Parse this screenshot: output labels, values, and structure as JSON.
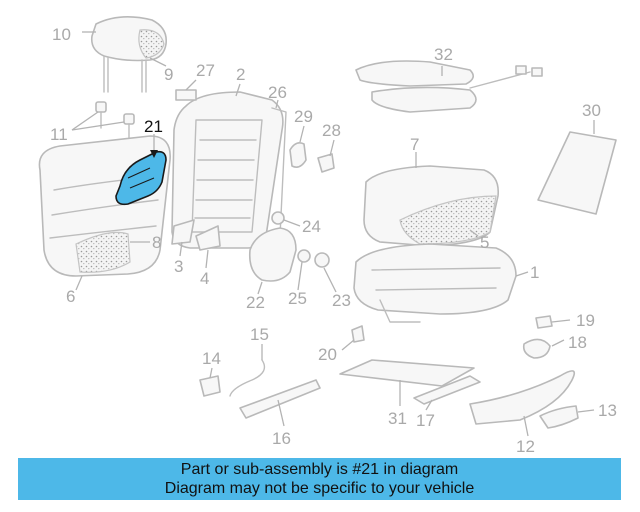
{
  "diagram": {
    "highlighted_part": "21",
    "callouts": [
      "10",
      "9",
      "27",
      "2",
      "26",
      "29",
      "28",
      "32",
      "30",
      "7",
      "11",
      "21",
      "8",
      "6",
      "3",
      "4",
      "24",
      "22",
      "25",
      "23",
      "5",
      "1",
      "19",
      "18",
      "20",
      "15",
      "14",
      "31",
      "17",
      "16",
      "12",
      "13"
    ]
  },
  "banner": {
    "line1": "Part or sub-assembly is #21 in diagram",
    "line2": "Diagram may not be specific to your vehicle"
  },
  "colors": {
    "highlight": "#4db8e8",
    "part_outline": "#b9b9b9",
    "callout_text": "#a9a9a9",
    "banner_background": "#4db8e8"
  }
}
